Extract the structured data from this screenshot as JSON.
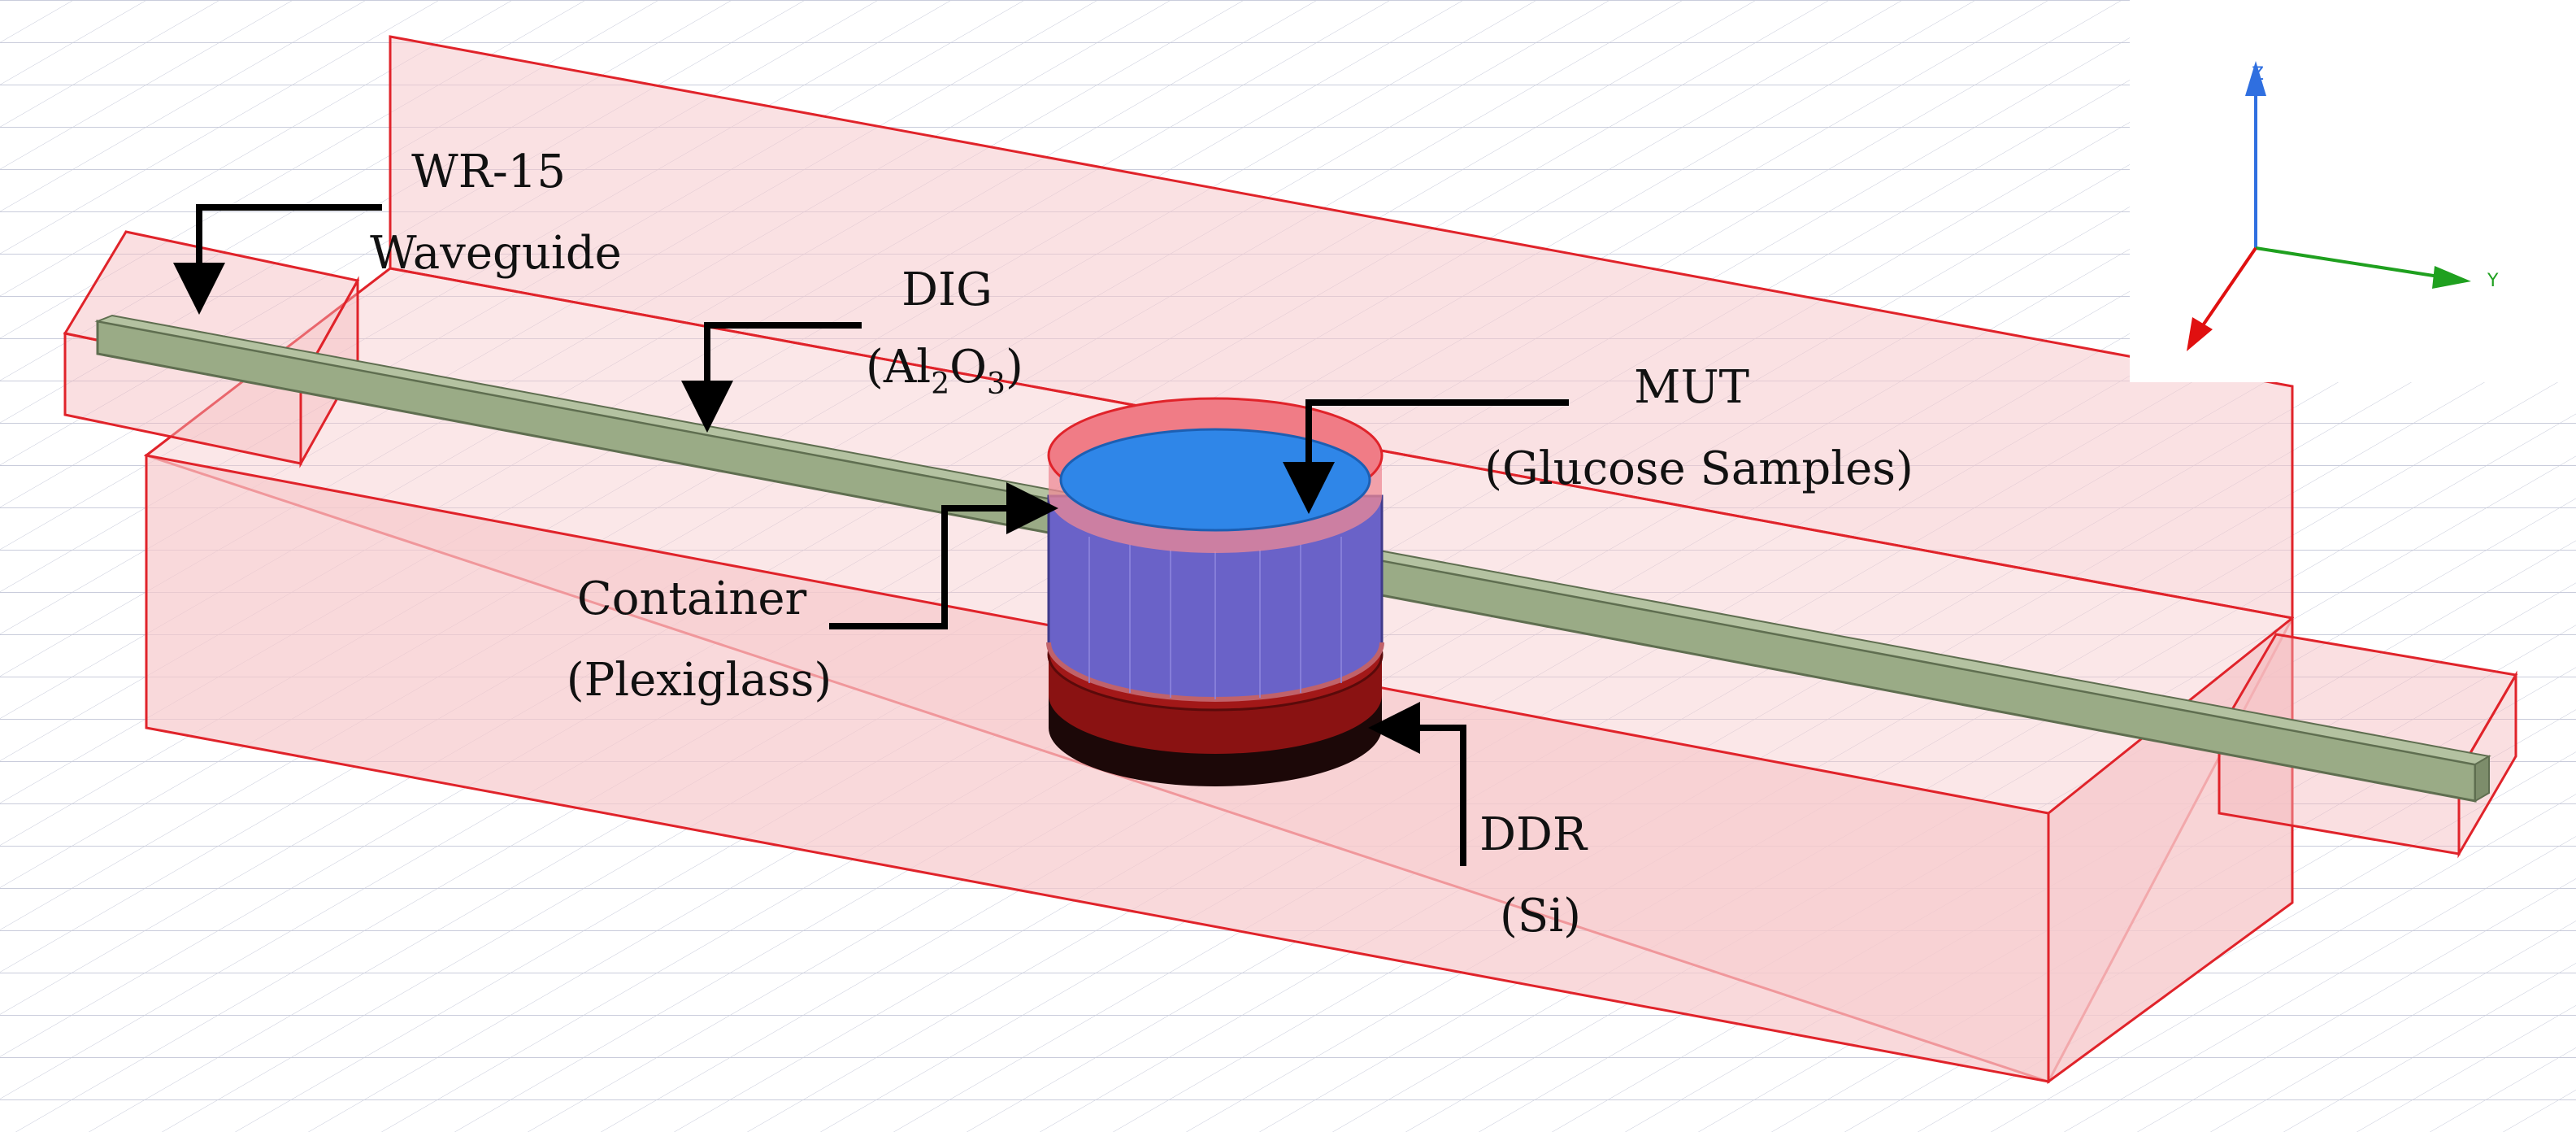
{
  "labels": {
    "waveguide_line1": "WR-15",
    "waveguide_line2": "Waveguide",
    "dig_line1": "DIG",
    "dig_line2_open": "(Al",
    "dig_sub_al": "2",
    "dig_o": "O",
    "dig_sub_o": "3",
    "dig_close": ")",
    "mut_line1": "MUT",
    "mut_line2": "(Glucose Samples)",
    "container_line1": "Container",
    "container_line2": "(Plexiglass)",
    "ddr_line1": "DDR",
    "ddr_line2": "(Si)"
  },
  "axes": {
    "z": "Z",
    "y": "Y"
  },
  "colors": {
    "box_edge": "#e0232a",
    "box_fill": "#f6c9cc",
    "dig_fill": "#9aab86",
    "dig_edge": "#5f6e50",
    "mut_fill": "#2f86e8",
    "container_side": "#6a62c8",
    "ddr_fill": "#8a1212",
    "grid": "#c9ccdb",
    "axis_z": "#2f6fe0",
    "axis_y": "#1fa01f",
    "axis_x": "#e01010"
  }
}
